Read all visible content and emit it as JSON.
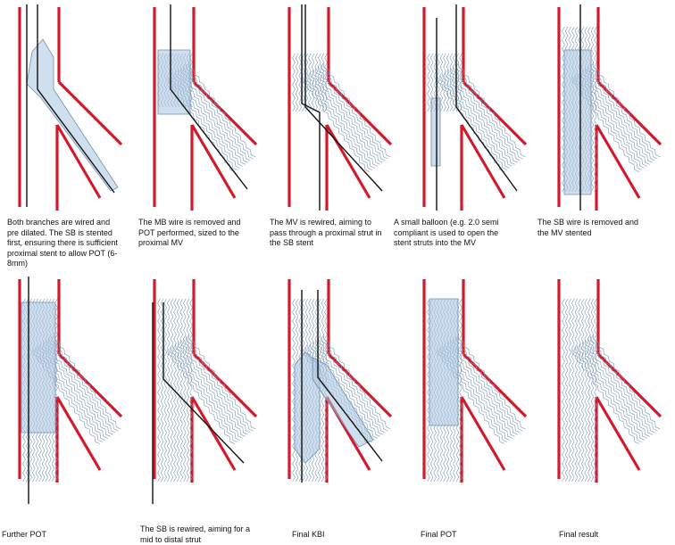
{
  "colors": {
    "vessel": "#d31a2c",
    "wire": "#111111",
    "stent": "#7896b4",
    "balloon_fill": "#a9c4e0",
    "balloon_stroke": "#6f8fb3"
  },
  "steps": [
    {
      "caption": "Both branches are wired and pre dilated.  The SB is stented first, ensuring there is sufficient proximal stent to allow POT (6-8mm)"
    },
    {
      "caption": "The MB wire is removed and POT performed, sized to the proximal MV"
    },
    {
      "caption": "The MV is rewired, aiming to pass through a proximal strut in the SB stent"
    },
    {
      "caption": "A small balloon (e.g. 2.0 semi compliant is used to open the stent struts into the MV"
    },
    {
      "caption": "The SB wire is removed and the MV stented"
    },
    {
      "caption": "Further POT"
    },
    {
      "caption": "The SB is rewired, aiming for a mid to distal strut"
    },
    {
      "caption": "Final KBI"
    },
    {
      "caption": "Final POT"
    },
    {
      "caption": "Final result"
    }
  ]
}
